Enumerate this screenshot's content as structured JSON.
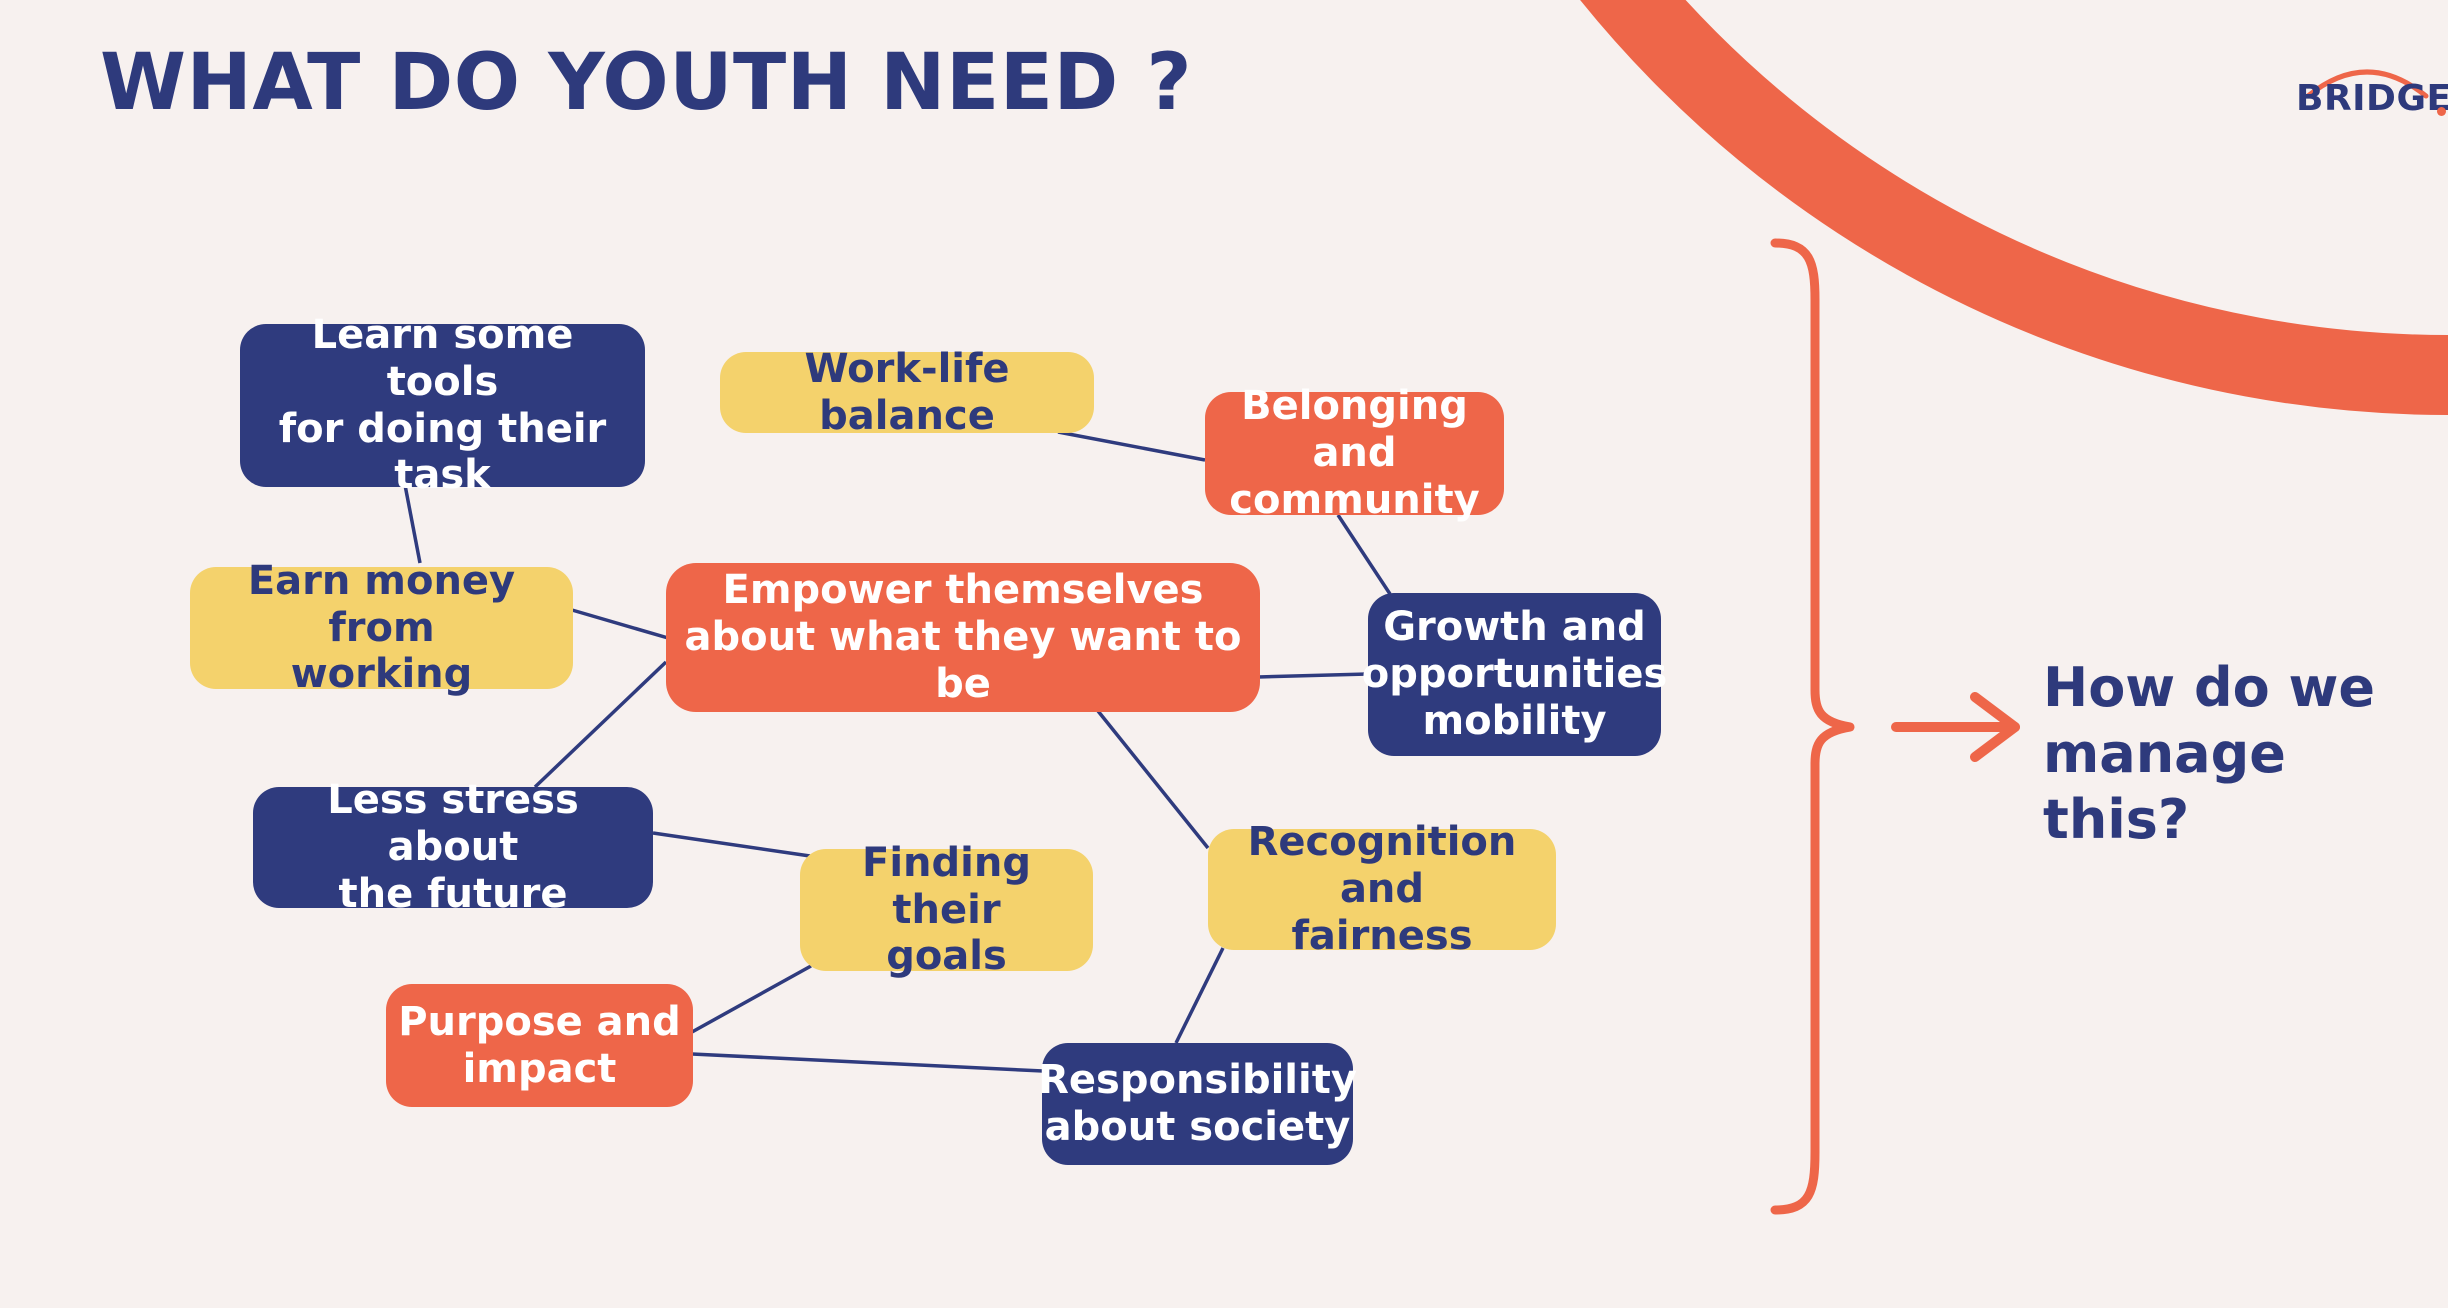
{
  "slide": {
    "title": "WHAT DO YOUTH NEED ?",
    "logo_text": "BRIDGE",
    "question": "How do we\nmanage this?"
  },
  "nodes": {
    "learn_tools": "Learn some tools\nfor doing their task",
    "work_life": "Work-life balance",
    "belonging": "Belonging and\ncommunity",
    "earn_money": "Earn money from\nworking",
    "empower": "Empower themselves\nabout what they want to be",
    "growth": "Growth and\nopportunities\nmobility",
    "less_stress": "Less stress about\nthe future",
    "finding_goals": "Finding their\ngoals",
    "recognition": "Recognition and\nfairness",
    "purpose": "Purpose and\nimpact",
    "responsibility": "Responsibility\nabout society"
  },
  "colors": {
    "navy": "#2f3b7e",
    "orange": "#ee6649",
    "yellow": "#f4d26c",
    "background": "#f7f1ef"
  }
}
